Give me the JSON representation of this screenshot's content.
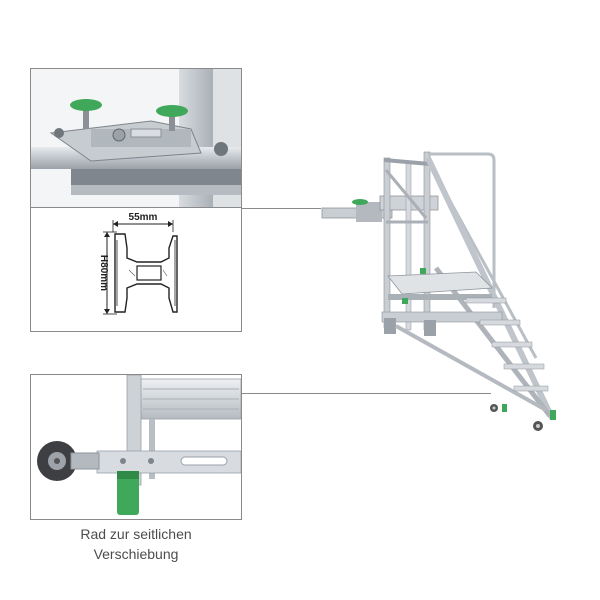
{
  "profile": {
    "width_label": "55mm",
    "height_label": "H80mm"
  },
  "caption": {
    "line1": "Rad zur seitlichen",
    "line2": "Verschiebung"
  },
  "colors": {
    "aluminium": "#c9ced3",
    "aluminium_dark": "#8e959c",
    "accent_green": "#3fa85a",
    "frame_border": "#8a8a8a"
  }
}
